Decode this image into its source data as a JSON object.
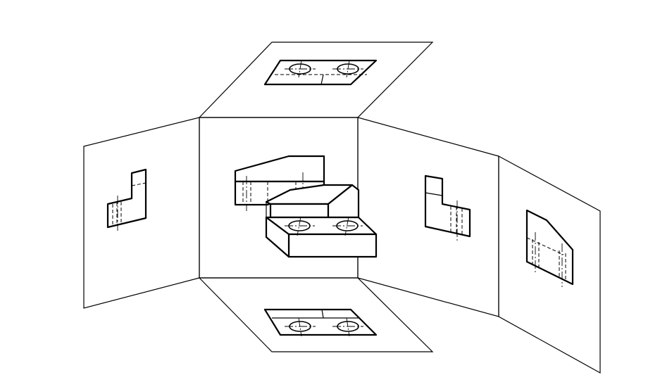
{
  "figure": {
    "background": "#ffffff",
    "line_color": "#000000",
    "panels": [
      "top-plane",
      "left-plane",
      "center-plane",
      "right-plane",
      "far-right-plane",
      "bottom-plane"
    ]
  }
}
